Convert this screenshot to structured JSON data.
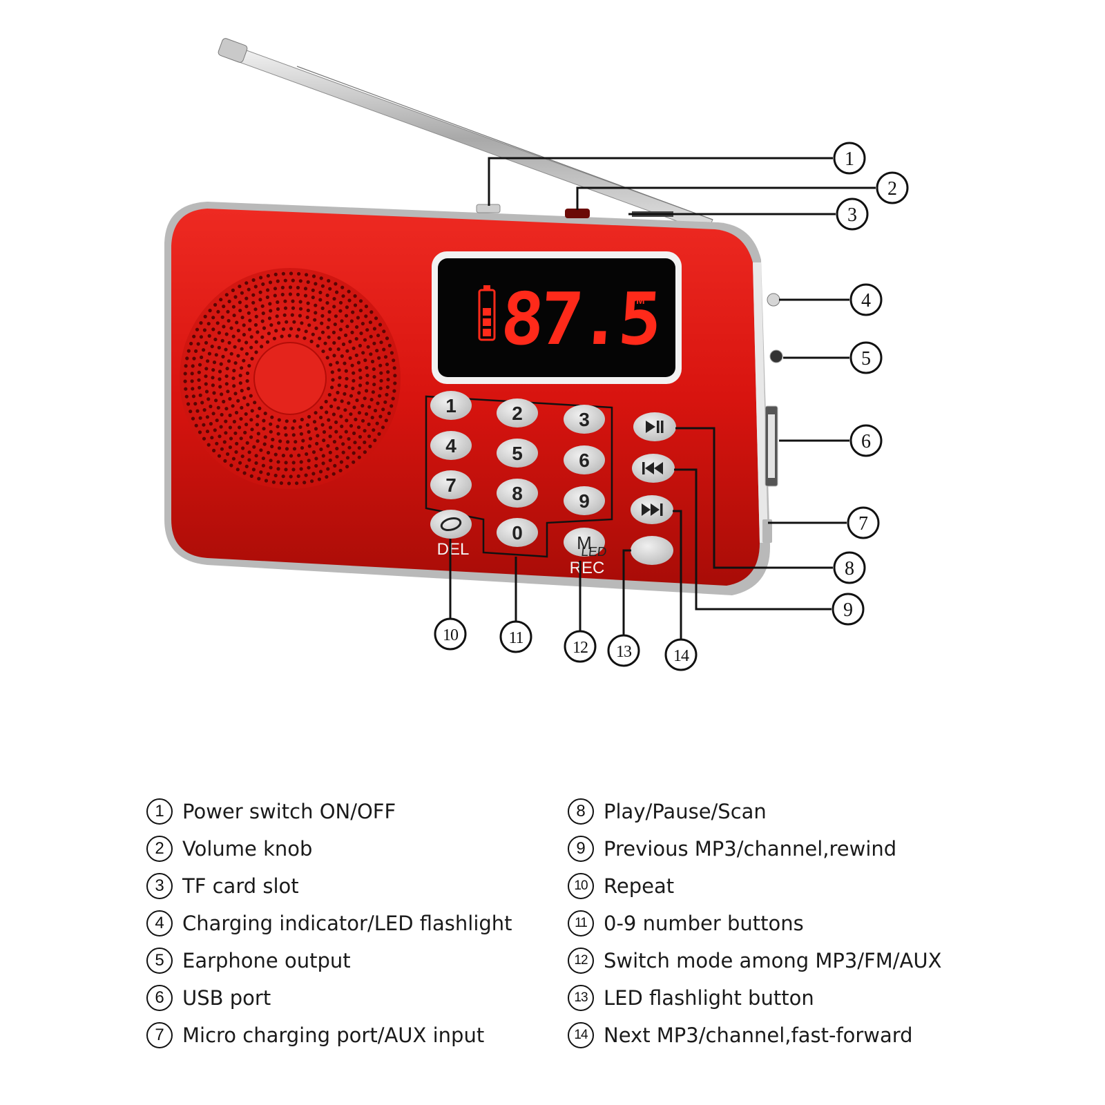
{
  "display": {
    "frequency": "87.5",
    "band": "FM"
  },
  "keypad": {
    "digits": [
      "1",
      "2",
      "3",
      "4",
      "5",
      "6",
      "7",
      "8",
      "9",
      "0"
    ],
    "del_label": "DEL",
    "mode_key": "M",
    "rec_label": "REC",
    "led_key": "LED",
    "play_icon": "play-pause-icon",
    "prev_icon": "previous-icon",
    "next_icon": "next-icon"
  },
  "callouts": [
    "1",
    "2",
    "3",
    "4",
    "5",
    "6",
    "7",
    "8",
    "9",
    "10",
    "11",
    "12",
    "13",
    "14"
  ],
  "legend": [
    {
      "num": "1",
      "text": "Power switch ON/OFF"
    },
    {
      "num": "2",
      "text": "Volume knob"
    },
    {
      "num": "3",
      "text": "TF card slot"
    },
    {
      "num": "4",
      "text": "Charging indicator/LED flashlight"
    },
    {
      "num": "5",
      "text": "Earphone output"
    },
    {
      "num": "6",
      "text": "USB port"
    },
    {
      "num": "7",
      "text": "Micro charging port/AUX input"
    },
    {
      "num": "8",
      "text": "Play/Pause/Scan"
    },
    {
      "num": "9",
      "text": "Previous MP3/channel,rewind"
    },
    {
      "num": "10",
      "text": "Repeat"
    },
    {
      "num": "11",
      "text": "0-9 number buttons"
    },
    {
      "num": "12",
      "text": "Switch mode among MP3/FM/AUX"
    },
    {
      "num": "13",
      "text": "LED flashlight button"
    },
    {
      "num": "14",
      "text": "Next MP3/channel,fast-forward"
    }
  ],
  "colors": {
    "body": "#d8140f",
    "body_dark": "#9a0a06",
    "lcd_digits": "#ff2a1a",
    "keys": "#cfcfcf"
  }
}
